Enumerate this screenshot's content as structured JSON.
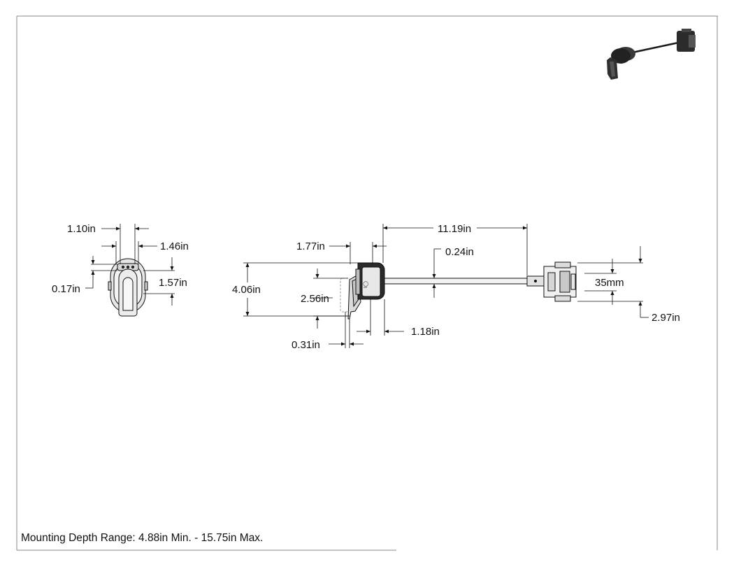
{
  "dimensions": {
    "front_view": {
      "d1": "1.10in",
      "d2": "1.46in",
      "d3": "0.17in",
      "d4": "1.57in"
    },
    "side_view": {
      "overall_height": "4.06in",
      "handle_height": "2.56in",
      "handle_depth": "1.77in",
      "handle_offset": "0.31in",
      "body_depth": "1.18in",
      "shaft_length": "11.19in",
      "shaft_diameter": "0.24in",
      "din_rail": "35mm",
      "switch_height": "2.97in"
    }
  },
  "footer": {
    "mounting_note": "Mounting Depth Range: 4.88in Min. - 15.75in Max."
  },
  "colors": {
    "line": "#111111",
    "frame": "#888888",
    "part_fill": "#e6e6e6",
    "dark_part": "#2b2b2b"
  }
}
